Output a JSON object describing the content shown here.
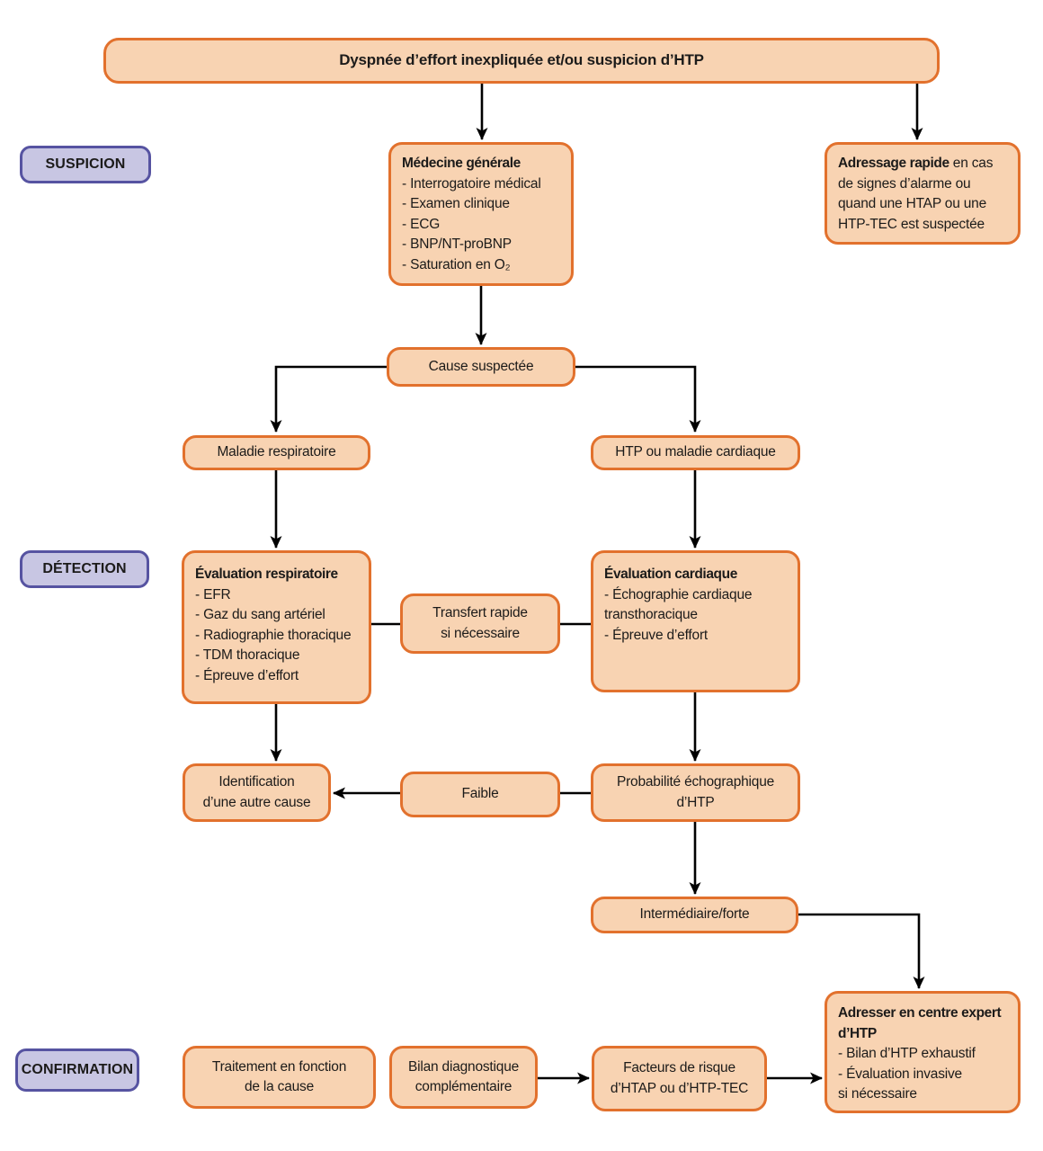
{
  "colors": {
    "box_fill": "#f8d3b2",
    "box_border": "#e2712d",
    "label_fill": "#c8c6e3",
    "label_border": "#5653a1",
    "text": "#1c1b1a",
    "arrow": "#000000"
  },
  "stage_labels": {
    "suspicion": "SUSPICION",
    "detection": "DÉTECTION",
    "confirmation": "CONFIRMATION"
  },
  "boxes": {
    "entry": {
      "text": "Dyspnée d’effort inexpliquée et/ou suspicion d’HTP"
    },
    "medecine_generale": {
      "title": "Médecine générale",
      "items": [
        "- Interrogatoire médical",
        "- Examen clinique",
        "- ECG",
        "- BNP/NT-proBNP",
        "- Saturation en O₂"
      ]
    },
    "adressage_rapide": {
      "bold": "Adressage rapide",
      "rest": " en cas de signes d’alarme ou quand une HTAP ou une HTP-TEC est suspectée"
    },
    "cause_suspectee": {
      "text": "Cause suspectée"
    },
    "maladie_respiratoire": {
      "text": "Maladie respiratoire"
    },
    "htp_ou_maladie_cardiaque": {
      "text": "HTP ou maladie cardiaque"
    },
    "evaluation_respiratoire": {
      "title": "Évaluation respiratoire",
      "items": [
        "- EFR",
        "- Gaz du sang artériel",
        "- Radiographie thoracique",
        "- TDM thoracique",
        "- Épreuve d’effort"
      ]
    },
    "transfert_rapide": {
      "line1": "Transfert rapide",
      "line2": "si nécessaire"
    },
    "evaluation_cardiaque": {
      "title": "Évaluation cardiaque",
      "items": [
        "- Échographie cardiaque",
        "transthoracique",
        "- Épreuve d’effort"
      ]
    },
    "identification_autre_cause": {
      "line1": "Identification",
      "line2": "d’une autre cause"
    },
    "faible": {
      "text": "Faible"
    },
    "probabilite_echographique": {
      "line1": "Probabilité échographique",
      "line2": "d’HTP"
    },
    "intermediaire_forte": {
      "text": "Intermédiaire/forte"
    },
    "traitement_cause": {
      "line1": "Traitement en fonction",
      "line2": "de la cause"
    },
    "bilan_diagnostique": {
      "line1": "Bilan diagnostique",
      "line2": "complémentaire"
    },
    "facteurs_risque": {
      "line1": "Facteurs de risque",
      "line2": "d’HTAP ou d’HTP-TEC"
    },
    "adresser_centre_expert": {
      "title_line1": "Adresser en centre expert",
      "title_line2": "d’HTP",
      "items": [
        "- Bilan d’HTP exhaustif",
        "- Évaluation invasive",
        "si nécessaire"
      ]
    }
  }
}
